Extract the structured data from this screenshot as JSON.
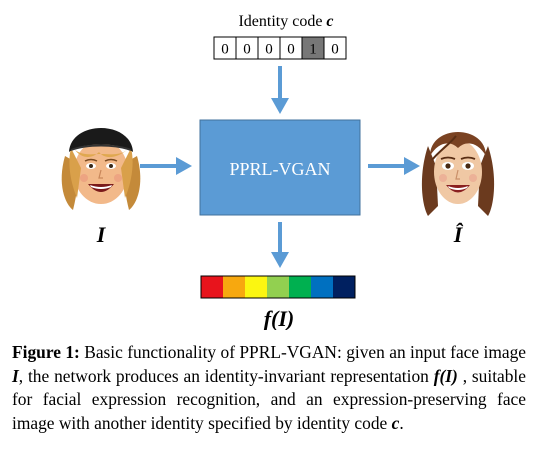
{
  "identity_code": {
    "label_text": "Identity code ",
    "label_symbol": "c",
    "bits": [
      "0",
      "0",
      "0",
      "0",
      "1",
      "0"
    ],
    "active_bit_index": 4,
    "active_color": "#777777"
  },
  "network": {
    "label": "PPRL-VGAN",
    "color": "#5b9bd5"
  },
  "input_face": {
    "label": "I"
  },
  "output_face": {
    "label": "Î"
  },
  "representation": {
    "label": "f(I)",
    "colors": [
      "#e8141c",
      "#f7a80f",
      "#fbf611",
      "#92d050",
      "#00b050",
      "#0070c0",
      "#002060"
    ]
  },
  "arrow_color": "#5b9bd5",
  "caption": {
    "label": "Figure 1:",
    "part1": " Basic functionality of PPRL-VGAN: given an input face image ",
    "sym1": "I",
    "part2": ", the network produces an identity-invariant representation ",
    "sym2": "f(I)",
    "part3": " , suitable for facial expression recognition, and an expression-preserving face image with another identity specified by identity code ",
    "sym3": "c",
    "part4": "."
  }
}
